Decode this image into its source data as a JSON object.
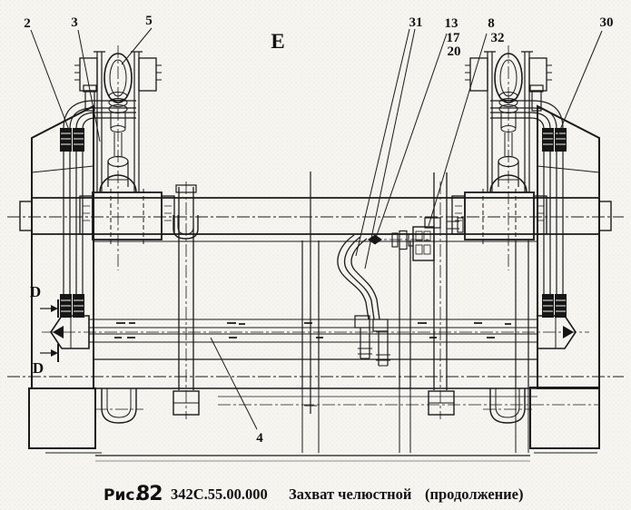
{
  "figure": {
    "view_label": "E",
    "section_label_top": "D",
    "section_label_bottom": "D",
    "callouts": {
      "n2": "2",
      "n3": "3",
      "n5": "5",
      "n4": "4",
      "n31": "31",
      "n13": "13",
      "n17": "17",
      "n20": "20",
      "n8": "8",
      "n32": "32",
      "n30": "30"
    },
    "caption": {
      "fig_label": "Рис.",
      "fig_number": "82",
      "drawing_code": "342С.55.00.000",
      "title": "Захват челюстной",
      "continuation": "(продолжение)"
    },
    "colors": {
      "ink": "#1a1a1a",
      "paper": "#f6f5f0"
    }
  }
}
